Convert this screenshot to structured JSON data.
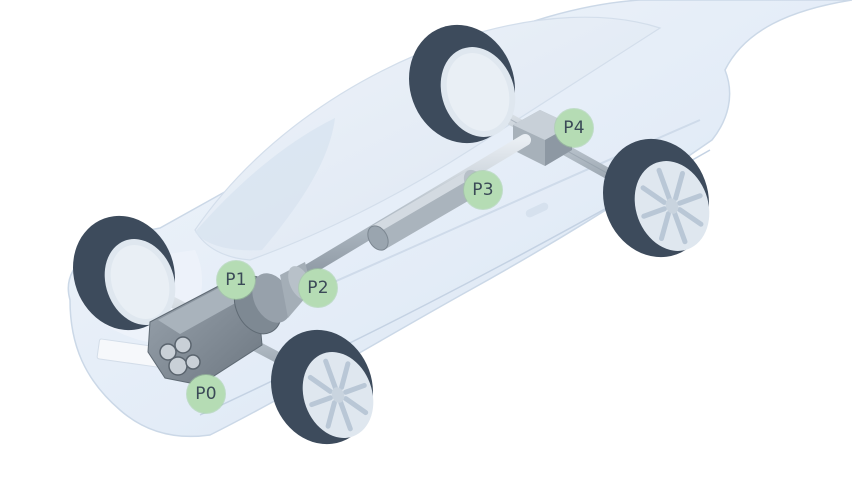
{
  "positions": [
    {
      "id": "p0",
      "label": "P0"
    },
    {
      "id": "p1",
      "label": "P1"
    },
    {
      "id": "p2",
      "label": "P2"
    },
    {
      "id": "p3",
      "label": "P3"
    },
    {
      "id": "p4",
      "label": "P4"
    }
  ],
  "colors": {
    "marker_fill": "#b5dcb4",
    "marker_text": "#3b4a57",
    "tire": "#3d4b5c",
    "rim": "#dfe7ef",
    "body_fill": "#e6eef8",
    "component": "#7d8892",
    "background": "#ffffff"
  }
}
